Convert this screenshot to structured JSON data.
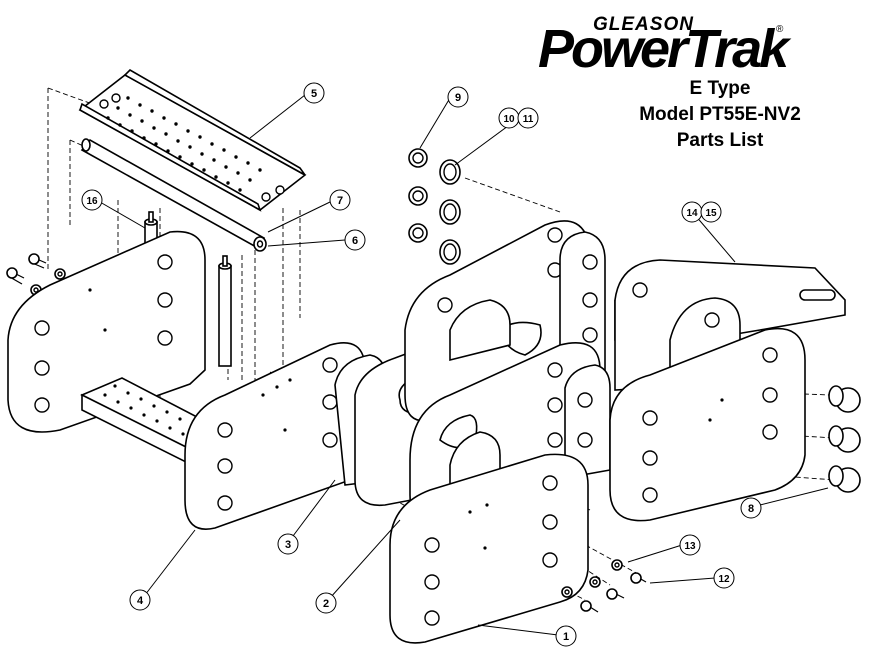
{
  "header": {
    "brand_top": "GLEASON",
    "brand_main": "PowerTrak",
    "brand_mark": "®",
    "line1": "E Type",
    "line2": "Model PT55E-NV2",
    "line3": "Parts List"
  },
  "callouts": [
    {
      "id": "1",
      "label": "1"
    },
    {
      "id": "2",
      "label": "2"
    },
    {
      "id": "3",
      "label": "3"
    },
    {
      "id": "4",
      "label": "4"
    },
    {
      "id": "5",
      "label": "5"
    },
    {
      "id": "6",
      "label": "6"
    },
    {
      "id": "7",
      "label": "7"
    },
    {
      "id": "8",
      "label": "8"
    },
    {
      "id": "9",
      "label": "9"
    },
    {
      "id": "10",
      "label": "10"
    },
    {
      "id": "11",
      "label": "11"
    },
    {
      "id": "12",
      "label": "12"
    },
    {
      "id": "13",
      "label": "13"
    },
    {
      "id": "14",
      "label": "14"
    },
    {
      "id": "15",
      "label": "15"
    },
    {
      "id": "16",
      "label": "16"
    }
  ]
}
